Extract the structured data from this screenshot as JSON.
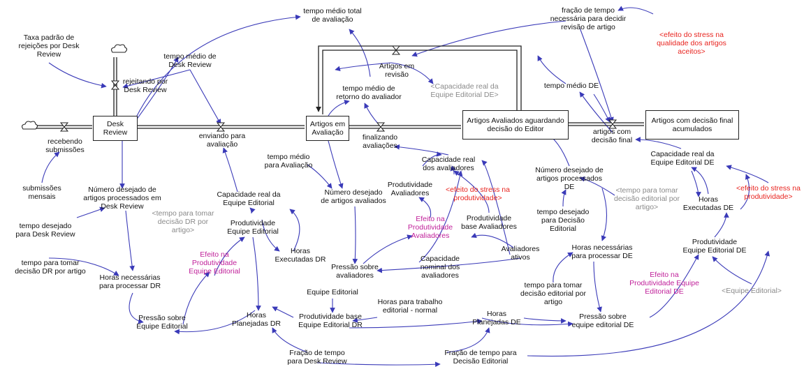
{
  "colors": {
    "link": "#3a3ab8",
    "flow": "#222222",
    "stress": "#e8231e",
    "effect": "#c0209a",
    "shadow": "#8a8a8a"
  },
  "icons": {
    "source": "cloud-icon",
    "valve": "valve-icon"
  },
  "stocks": {
    "desk_review": "Desk\nReview",
    "artigos_em_avaliacao": "Artigos em\nAvaliação",
    "artigos_avaliados": "Artigos Avaliados aguardando\ndecisão do Editor",
    "artigos_decisao_final": "Artigos com decisão final\nacumulados"
  },
  "flows": {
    "recebendo_submissoes": "recebendo\nsubmissões",
    "rejeitando": "rejeitando por\nDesk Review",
    "enviando": "enviando para\navaliação",
    "finalizando": "finalizando\navaliações",
    "artigos_em_revisao": "Artigos em\nrevisão",
    "artigos_com_decisao_final": "artigos com\ndecisão final"
  },
  "vars": {
    "taxa_padrao": "Taxa padrão de\nrejeições por Desk\nReview",
    "tempo_medio_desk": "tempo médio de\nDesk Review",
    "tempo_medio_total": "tempo médio total\nde avaliação",
    "fracao_tempo_revisao": "fração de tempo\nnecessária para decidir\nrevisão de artigo",
    "tempo_medio_retorno": "tempo médio de\nretorno do avaliador",
    "tempo_medio_de": "tempo médio DE",
    "submissoes_mensais": "submissões\nmensais",
    "numero_desejado_desk": "Número desejado de\nartigos processados em\nDesk Review",
    "tempo_desejado_desk": "tempo desejado\npara Desk Review",
    "tempo_tomar_dr": "tempo para tomar\ndecisão DR por artigo",
    "horas_necessarias_dr": "Horas necessárias\npara processar DR",
    "pressao_equipe": "Pressão sobre\nEquipe Editorial",
    "horas_planejadas_dr": "Horas\nPlanejadas DR",
    "capacidade_equipe": "Capacidade real da\nEquipe Editorial",
    "produtividade_equipe": "Produtividade\nEquipe Editorial",
    "horas_executadas_dr": "Horas\nExecutadas DR",
    "tempo_medio_avaliacao": "tempo médio\npara Avaliação",
    "numero_desejado_avaliados": "Número desejado\nde artigos avaliados",
    "capacidade_avaliadores": "Capacidade real\ndos avaliadores",
    "produtividade_avaliadores": "Produtividade\nAvaliadores",
    "produtividade_base_avaliadores": "Produtividade\nbase Avaliadores",
    "capacidade_nominal": "Capacidade\nnominal dos\navaliadores",
    "pressao_avaliadores": "Pressão sobre\navaliadores",
    "avaliadores_ativos": "Avaliadores\nativos",
    "equipe_editorial": "Equipe Editorial",
    "produtividade_base_equipe": "Produtividade base\nEquipe Editorial DR",
    "horas_trabalho": "Horas para trabalho\neditorial - normal",
    "fracao_desk": "Fração de tempo\npara Desk Review",
    "fracao_decisao": "Fração de tempo para\nDecisão Editorial",
    "horas_planejadas_de": "Horas\nPlanejadas DE",
    "numero_desejado_de": "Número desejado de\nartigos processados\nDE",
    "tempo_desejado_decisao": "tempo desejado\npara Decisão\nEditorial",
    "horas_necessarias_de": "Horas necessárias\npara processar DE",
    "tempo_tomar_editorial": "tempo para tomar\ndecisão editorial por\nartigo",
    "pressao_equipe_de": "Pressão sobre\nequipe editorial DE",
    "capacidade_equipe_de": "Capacidade real da\nEquipe Editorial DE",
    "horas_executadas_de": "Horas\nExecutadas DE",
    "produtividade_equipe_de": "Produtividade\nEquipe Editorial DE"
  },
  "shadows": {
    "capacidade_de_shadow": "<Capacidade real da\nEquipe Editorial DE>",
    "tempo_dr_shadow": "<tempo para tomar\ndecisão DR por\nartigo>",
    "tempo_editorial_shadow": "<tempo para tomar\ndecisão editorial por\nartigo>",
    "equipe_shadow": "<Equipe Editorial>"
  },
  "stress": {
    "stress_qualidade": "<efeito do stress na\nqualidade dos artigos\naceitos>",
    "stress_avaliadores": "<efeito do stress na\nprodutividade>",
    "stress_de": "<efeito do stress na\nprodutividade>"
  },
  "effects": {
    "efeito_avaliadores": "Efeito na\nProdutividade\nAvaliadores",
    "efeito_equipe": "Efeito na\nProdutividade\nEquipe Editorial",
    "efeito_equipe_de": "Efeito na\nProdutividade Equipe\nEditorial DE"
  }
}
